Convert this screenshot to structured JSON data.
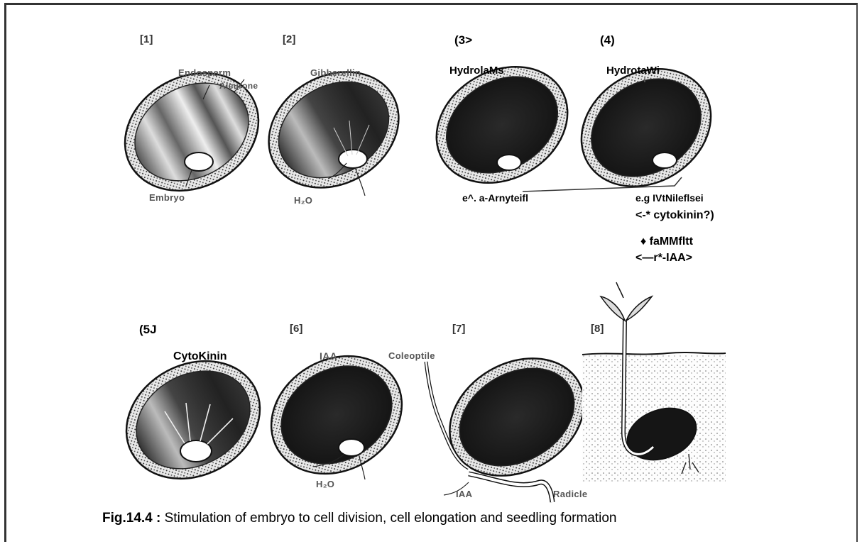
{
  "panels": {
    "p1": {
      "number": "[1]",
      "labels": {
        "endosperm": "Endosperm",
        "aleurone": "Aleurone",
        "embryo": "Embryo"
      }
    },
    "p2": {
      "number": "[2]",
      "labels": {
        "gibberellin": "Gibberellin",
        "water": "H₂O"
      }
    },
    "p3": {
      "number": "(3>",
      "labels": {
        "hydrolases": "HydrolaMs",
        "example": "e^. a-Arnyteifl"
      }
    },
    "p4": {
      "number": "(4)",
      "labels": {
        "hydrolases": "HydrotaWi",
        "example": "e.g IVtNileflsei",
        "cytokinin_note": "<-* cytokinin?)",
        "sub_note": "♦ faMMfltt",
        "iaa_note": "<—r*-IAA>"
      }
    },
    "p5": {
      "number": "(5J",
      "labels": {
        "cytokinin": "CytoKinin"
      }
    },
    "p6": {
      "number": "[6]",
      "labels": {
        "iaa": "IAA",
        "water": "H₂O"
      }
    },
    "p7": {
      "number": "[7]",
      "labels": {
        "coleoptile": "Coleoptile",
        "iaa": "IAA",
        "radicle": "Radicle"
      }
    },
    "p8": {
      "number": "[8]",
      "labels": {}
    }
  },
  "caption": {
    "prefix": "Fig.14.4 :",
    "text": " Stimulation of embryo to cell division, cell elongation and seedling formation"
  }
}
